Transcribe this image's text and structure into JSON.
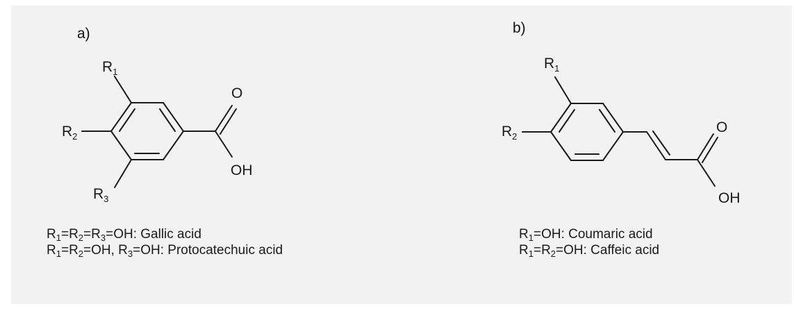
{
  "panel_a": {
    "label": "a)",
    "substituents": {
      "r1": {
        "base": "R",
        "sub": "1"
      },
      "r2": {
        "base": "R",
        "sub": "2"
      },
      "r3": {
        "base": "R",
        "sub": "3"
      }
    },
    "carbonyl_o": "O",
    "hydroxyl": "OH",
    "captions": [
      {
        "parts": [
          [
            "R",
            "1"
          ],
          [
            "=R",
            "2"
          ],
          [
            "=R",
            "3"
          ],
          [
            "=OH: Gallic acid",
            ""
          ]
        ]
      },
      {
        "parts": [
          [
            "R",
            "1"
          ],
          [
            "=R",
            "2"
          ],
          [
            "=OH, R",
            "3"
          ],
          [
            "=OH: Protocatechuic acid",
            ""
          ]
        ]
      }
    ]
  },
  "panel_b": {
    "label": "b)",
    "substituents": {
      "r1": {
        "base": "R",
        "sub": "1"
      },
      "r2": {
        "base": "R",
        "sub": "2"
      }
    },
    "carbonyl_o": "O",
    "hydroxyl": "OH",
    "captions": [
      {
        "parts": [
          [
            "R",
            "1"
          ],
          [
            "=OH: Coumaric acid",
            ""
          ]
        ]
      },
      {
        "parts": [
          [
            "R",
            "1"
          ],
          [
            "=R",
            "2"
          ],
          [
            "=OH: Caffeic acid",
            ""
          ]
        ]
      }
    ]
  },
  "colors": {
    "panel_bg": "#f2f2f2",
    "ink": "#1a1a1a"
  }
}
